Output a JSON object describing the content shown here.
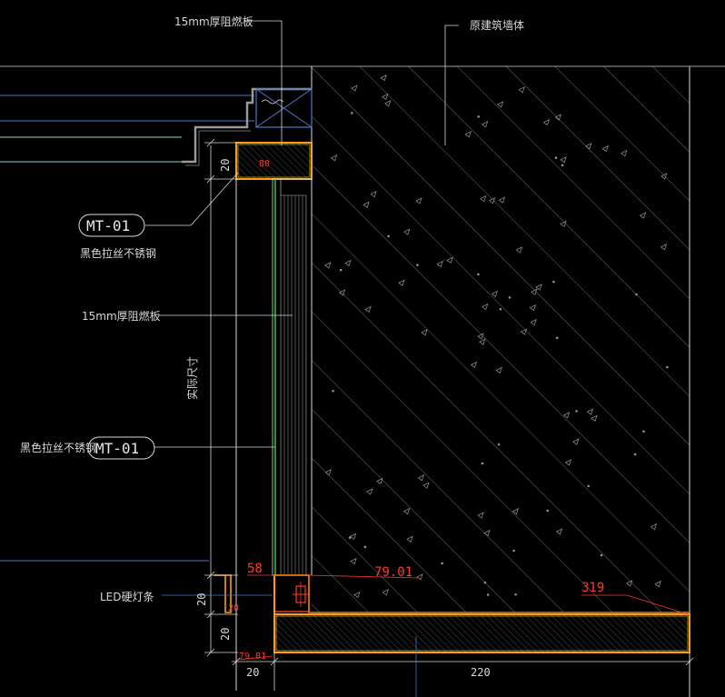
{
  "labels": {
    "top_board": "15mm厚阻燃板",
    "wall": "原建筑墙体",
    "mt_tag_1": "MT-01",
    "mt_desc_1": "黑色拉丝不锈钢",
    "mid_board": "15mm厚阻燃板",
    "actual_size": "实际尺寸",
    "mt_desc_2": "黑色拉丝不锈钢",
    "mt_tag_2": "MT-01",
    "led": "LED硬灯条"
  },
  "dimensions": {
    "top_20": "20",
    "top_small": "80",
    "led_20_left": "20",
    "led_20_small": "20",
    "bottom_20_left": "20",
    "bottom_20": "20",
    "bottom_220": "220"
  },
  "annotations": {
    "red_58": "58",
    "red_7901_a": "79.01",
    "red_319": "319",
    "red_7901_b": "79.01"
  },
  "colors": {
    "background": "#000000",
    "line": "#d8d8d8",
    "blue": "#4a78c8",
    "cyan": "#7fd8d8",
    "orange": "#ff9a1a",
    "red": "#ff3a2a",
    "green": "#3fd23f",
    "yellow": "#e8e830"
  }
}
